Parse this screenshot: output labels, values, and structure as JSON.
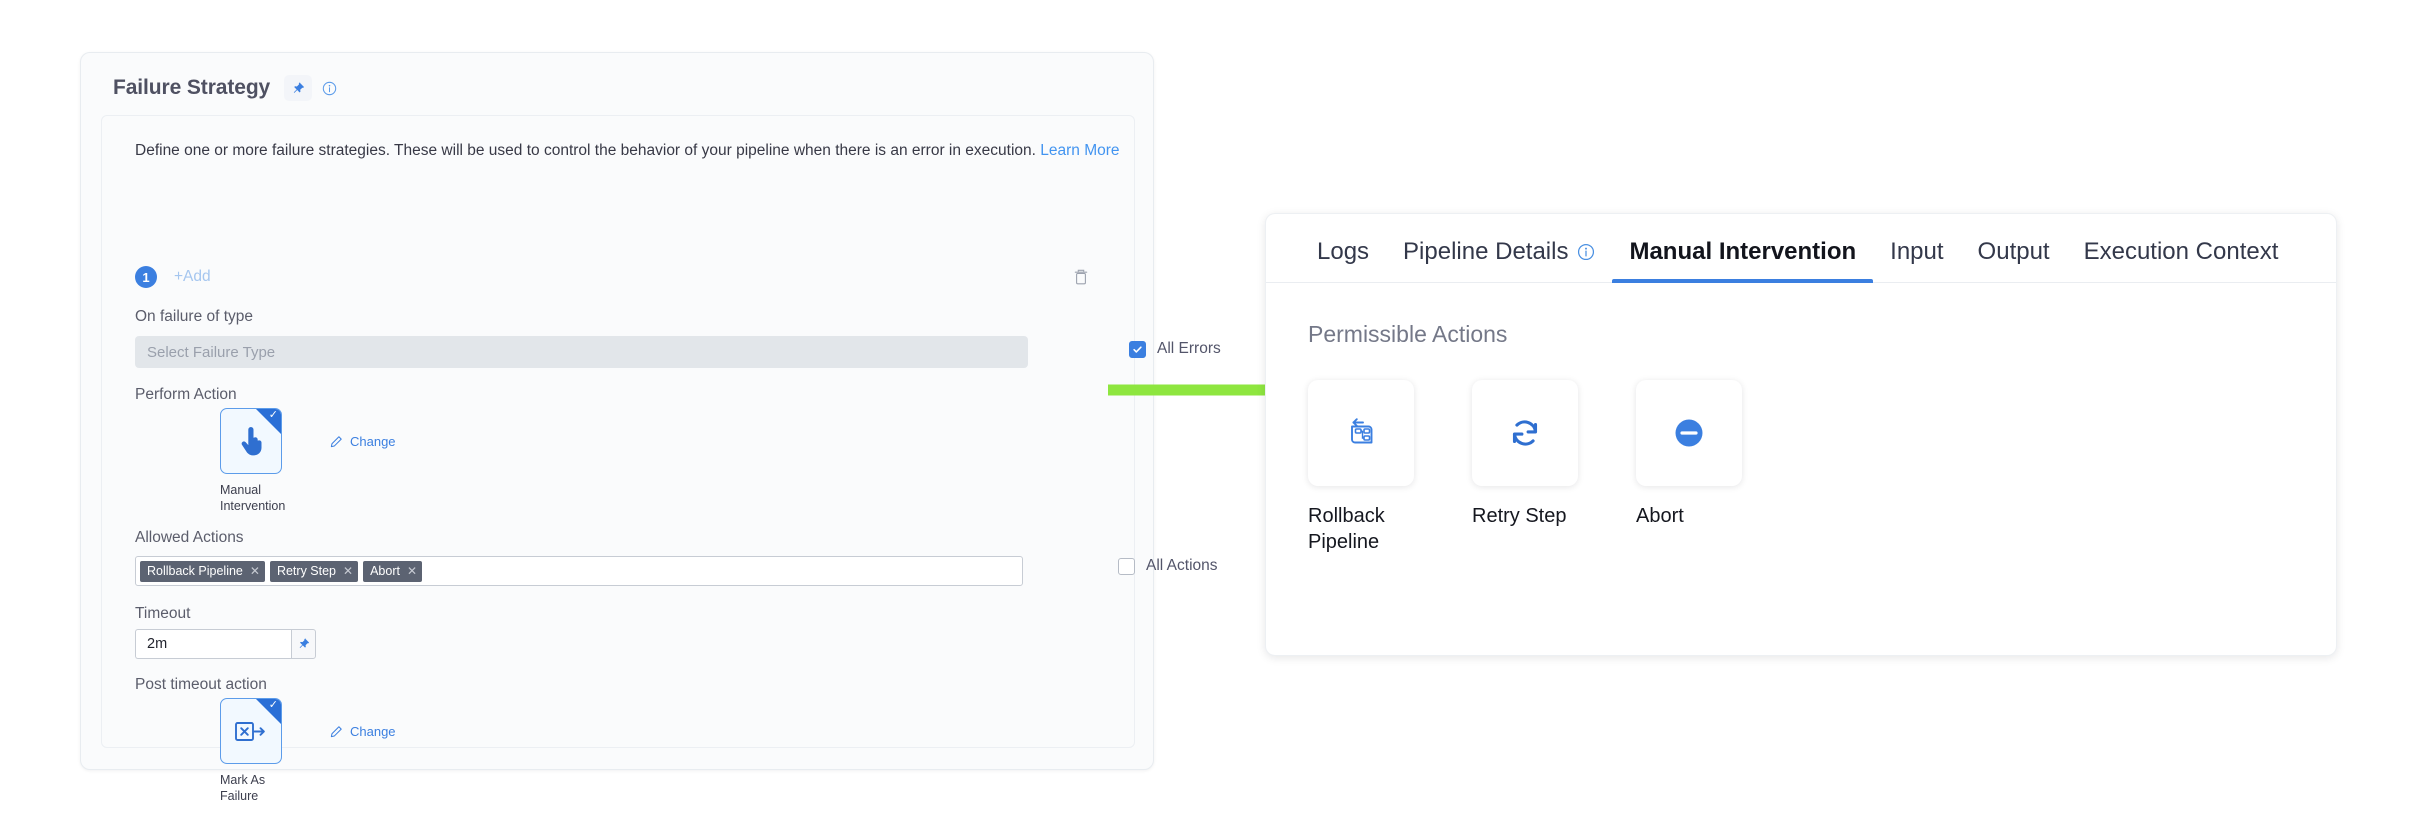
{
  "left_panel": {
    "title": "Failure Strategy",
    "pin_icon": "pin-icon",
    "info_icon": "info-circle-icon",
    "description": "Define one or more failure strategies. These will be used to control the behavior of your pipeline when there is an error in execution.",
    "learn_more": "Learn More",
    "delete_icon": "trash-icon",
    "strategy_number": "1",
    "add_label": "+Add",
    "on_failure": {
      "label": "On failure of type",
      "placeholder": "Select Failure Type",
      "checkbox_label": "All Errors",
      "checked": true
    },
    "perform_action": {
      "label": "Perform Action",
      "tile_caption": "Manual Intervention",
      "tile_icon": "pointing-hand-icon",
      "selected": true,
      "change_label": "Change",
      "change_icon": "pencil-icon"
    },
    "allowed_actions": {
      "label": "Allowed Actions",
      "tags": [
        "Rollback Pipeline",
        "Retry Step",
        "Abort"
      ],
      "remove_icon": "close-x-icon",
      "checkbox_label": "All Actions",
      "checked": false
    },
    "timeout": {
      "label": "Timeout",
      "value": "2m",
      "pin_icon": "pin-icon"
    },
    "post_timeout": {
      "label": "Post timeout action",
      "tile_caption": "Mark As Failure",
      "tile_icon": "mark-as-failure-icon",
      "selected": true,
      "change_label": "Change",
      "change_icon": "pencil-icon"
    }
  },
  "arrow": {
    "name": "green-arrow",
    "color": "#8ee63f"
  },
  "right_panel": {
    "tabs": [
      {
        "label": "Logs",
        "active": false,
        "icon": null
      },
      {
        "label": "Pipeline Details",
        "active": false,
        "icon": "info-circle-icon"
      },
      {
        "label": "Manual Intervention",
        "active": true,
        "icon": null
      },
      {
        "label": "Input",
        "active": false,
        "icon": null
      },
      {
        "label": "Output",
        "active": false,
        "icon": null
      },
      {
        "label": "Execution Context",
        "active": false,
        "icon": null
      }
    ],
    "section_title": "Permissible Actions",
    "actions": [
      {
        "label": "Rollback Pipeline",
        "icon": "rollback-pipeline-icon"
      },
      {
        "label": "Retry Step",
        "icon": "retry-refresh-icon"
      },
      {
        "label": "Abort",
        "icon": "abort-minus-circle-icon"
      }
    ]
  },
  "colors": {
    "accent": "#3b7fe0",
    "arrow_green": "#8ee63f",
    "tag_bg": "#5c6372",
    "panel_bg": "#fafbfc"
  }
}
